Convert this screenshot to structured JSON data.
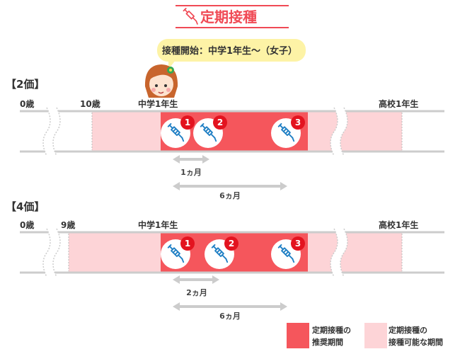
{
  "header": {
    "title": "定期接種",
    "icon": "syringe-icon",
    "accent_color": "#f04a55"
  },
  "bubble": {
    "text": "接種開始：中学1年生〜（女子）",
    "avatar": "girl-avatar-icon"
  },
  "colors": {
    "recommended": "#f5565c",
    "possible": "#fdd4d7",
    "badge": "#e3131f",
    "arrow": "#cccccc",
    "line": "#cccccc"
  },
  "sections": [
    {
      "label": "【2価】",
      "ages": [
        "0歳",
        "10歳",
        "中学1年生",
        "高校1年生"
      ],
      "doses": [
        "1",
        "2",
        "3"
      ],
      "intervals": [
        "1ヵ月",
        "6ヵ月"
      ]
    },
    {
      "label": "【4価】",
      "ages": [
        "0歳",
        "9歳",
        "中学1年生",
        "高校1年生"
      ],
      "doses": [
        "1",
        "2",
        "3"
      ],
      "intervals": [
        "2ヵ月",
        "6ヵ月"
      ]
    }
  ],
  "legend": {
    "recommended_line1": "定期接種の",
    "recommended_line2": "推奨期間",
    "possible_line1": "定期接種の",
    "possible_line2": "接種可能な期間"
  }
}
